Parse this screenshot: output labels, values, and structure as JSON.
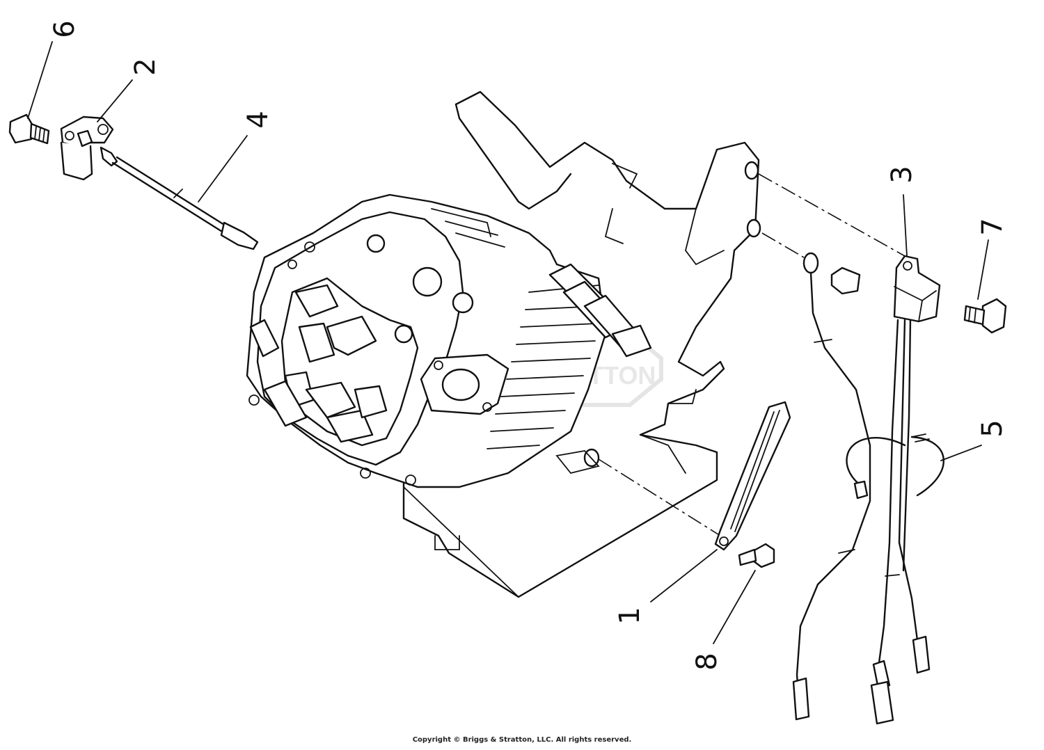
{
  "watermark": {
    "text": "BRIGGS & STRATTON"
  },
  "callouts": [
    {
      "id": "1",
      "text": "1"
    },
    {
      "id": "2",
      "text": "2"
    },
    {
      "id": "3",
      "text": "3"
    },
    {
      "id": "4",
      "text": "4"
    },
    {
      "id": "5",
      "text": "5"
    },
    {
      "id": "6",
      "text": "6"
    },
    {
      "id": "7",
      "text": "7"
    },
    {
      "id": "8",
      "text": "8"
    }
  ],
  "footer": {
    "copyright": "Copyright © Briggs & Stratton, LLC. All rights reserved."
  }
}
